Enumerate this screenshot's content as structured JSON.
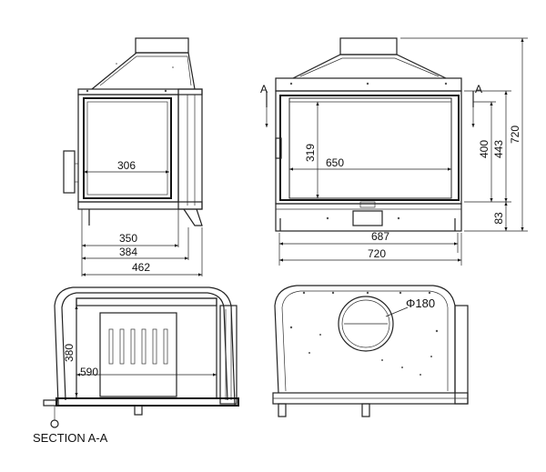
{
  "dims": {
    "side_inner_width": "306",
    "side_350": "350",
    "side_384": "384",
    "side_462": "462",
    "front_height_319": "319",
    "front_width_650": "650",
    "front_687": "687",
    "front_720": "720",
    "right_400": "400",
    "right_443": "443",
    "right_720": "720",
    "right_83": "83",
    "section_380": "380",
    "section_590": "590",
    "flue_diameter": "Φ180"
  },
  "labels": {
    "section_mark_left": "A",
    "section_mark_right": "A",
    "section_caption": "SECTION A-A"
  }
}
